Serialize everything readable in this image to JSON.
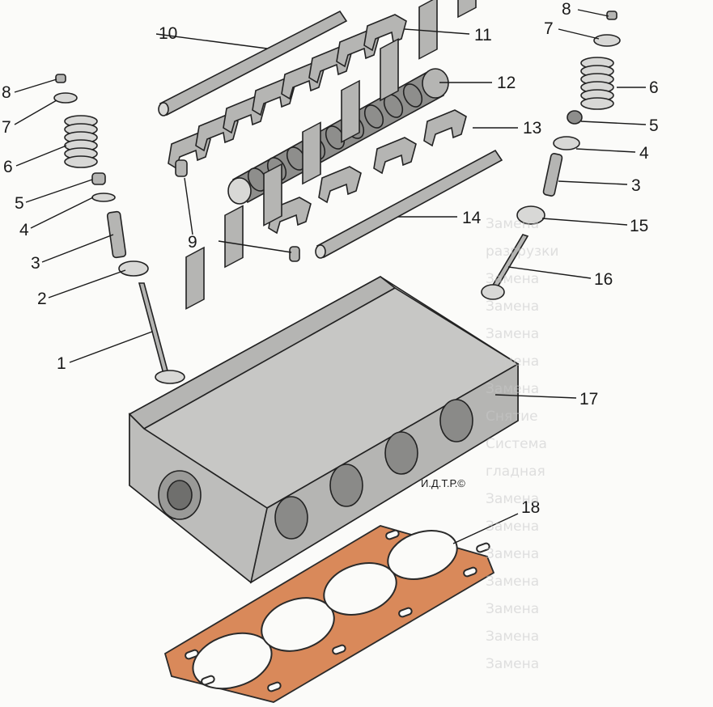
{
  "figure": {
    "watermark": "И.Д.Т.Р.©"
  },
  "callouts": [
    {
      "id": "1",
      "label": "1"
    },
    {
      "id": "2",
      "label": "2"
    },
    {
      "id": "3",
      "label": "3"
    },
    {
      "id": "4",
      "label": "4"
    },
    {
      "id": "5",
      "label": "5"
    },
    {
      "id": "6",
      "label": "6"
    },
    {
      "id": "7",
      "label": "7"
    },
    {
      "id": "8",
      "label": "8"
    },
    {
      "id": "9",
      "label": "9"
    },
    {
      "id": "10",
      "label": "10"
    },
    {
      "id": "11",
      "label": "11"
    },
    {
      "id": "12",
      "label": "12"
    },
    {
      "id": "13",
      "label": "13"
    },
    {
      "id": "14",
      "label": "14"
    },
    {
      "id": "15",
      "label": "15"
    },
    {
      "id": "16",
      "label": "16"
    },
    {
      "id": "17",
      "label": "17"
    },
    {
      "id": "18",
      "label": "18"
    }
  ],
  "background_text": [
    "Замена",
    "разгрузки",
    "Замена",
    "Замена",
    "Замена",
    "Замена",
    "Замена",
    "Снятие",
    "Система",
    "гладная",
    "Замена",
    "Замена",
    "Замена",
    "Замена",
    "Замена",
    "Замена",
    "Замена"
  ],
  "colors": {
    "gasket": "#d9895a",
    "metal": "#d8d8d6",
    "ink": "#1a1a1a"
  }
}
